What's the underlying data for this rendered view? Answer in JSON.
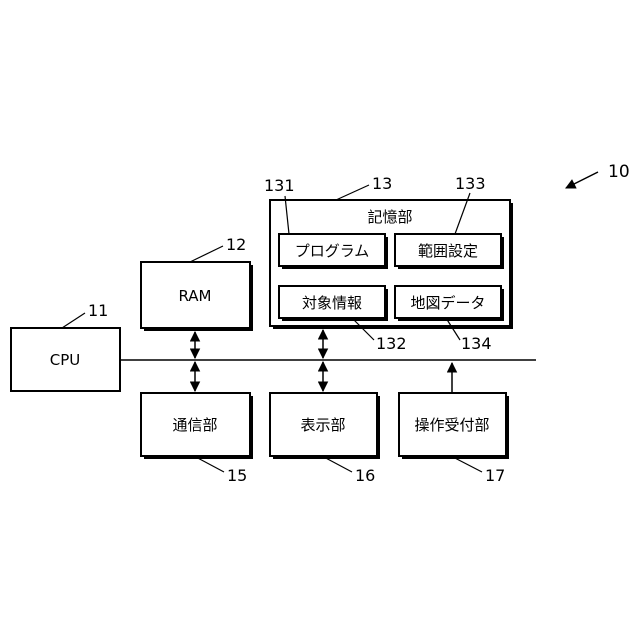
{
  "figure_number": "10",
  "blocks": {
    "cpu": {
      "label": "CPU",
      "ref": "11"
    },
    "ram": {
      "label": "RAM",
      "ref": "12"
    },
    "storage": {
      "label": "記憶部",
      "ref": "13"
    },
    "program": {
      "label": "プログラム",
      "ref": "131"
    },
    "target_info": {
      "label": "対象情報",
      "ref": "132"
    },
    "range_setting": {
      "label": "範囲設定",
      "ref": "133"
    },
    "map_data": {
      "label": "地図データ",
      "ref": "134"
    },
    "communication": {
      "label": "通信部",
      "ref": "15"
    },
    "display": {
      "label": "表示部",
      "ref": "16"
    },
    "operation": {
      "label": "操作受付部",
      "ref": "17"
    }
  }
}
